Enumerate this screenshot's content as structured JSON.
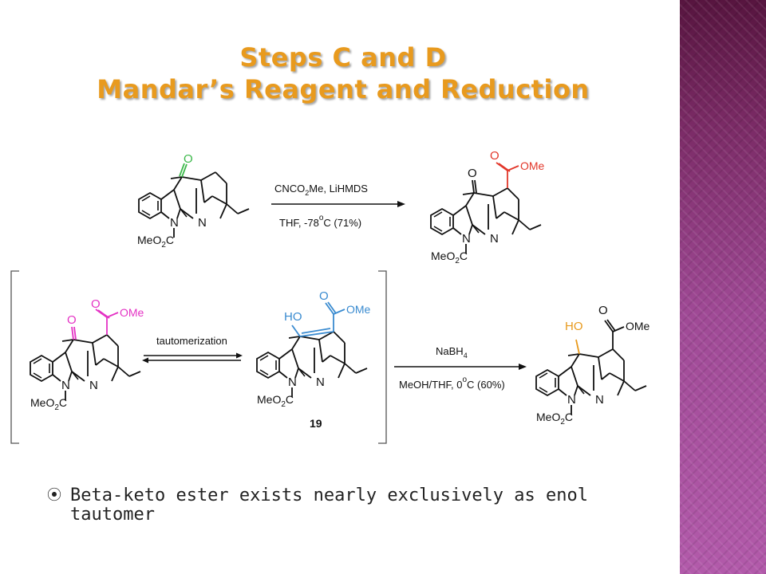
{
  "title": {
    "line1": "Steps C and D",
    "line2": "Mandar’s Reagent and Reduction"
  },
  "reaction1": {
    "reagent_top_a": "CNCO",
    "reagent_top_sub": "2",
    "reagent_top_b": "Me, LiHMDS",
    "condition_a": "THF, -78",
    "condition_deg": "o",
    "condition_b": "C (71%)"
  },
  "reaction2": {
    "equilibrium_label": "tautomerization",
    "reagent_top_a": "NaBH",
    "reagent_top_sub": "4",
    "condition_a": "MeOH/THF, 0",
    "condition_deg": "o",
    "condition_b": "C (60%)",
    "compound_number": "19"
  },
  "labels": {
    "N": "N",
    "O": "O",
    "HO": "HO",
    "OMe": "OMe",
    "MeO": "MeO",
    "sub2": "2",
    "C": "C"
  },
  "colors": {
    "title": "#e89a1e",
    "green": "#3cb84a",
    "red": "#e2372a",
    "magenta": "#e433c4",
    "blue": "#3a8bd0",
    "orange": "#e89a1e",
    "sidebar": "#9a3f8c"
  },
  "bullet": {
    "icon": "circled-dot-icon",
    "text": "Beta-keto ester exists nearly exclusively as enol tautomer"
  }
}
